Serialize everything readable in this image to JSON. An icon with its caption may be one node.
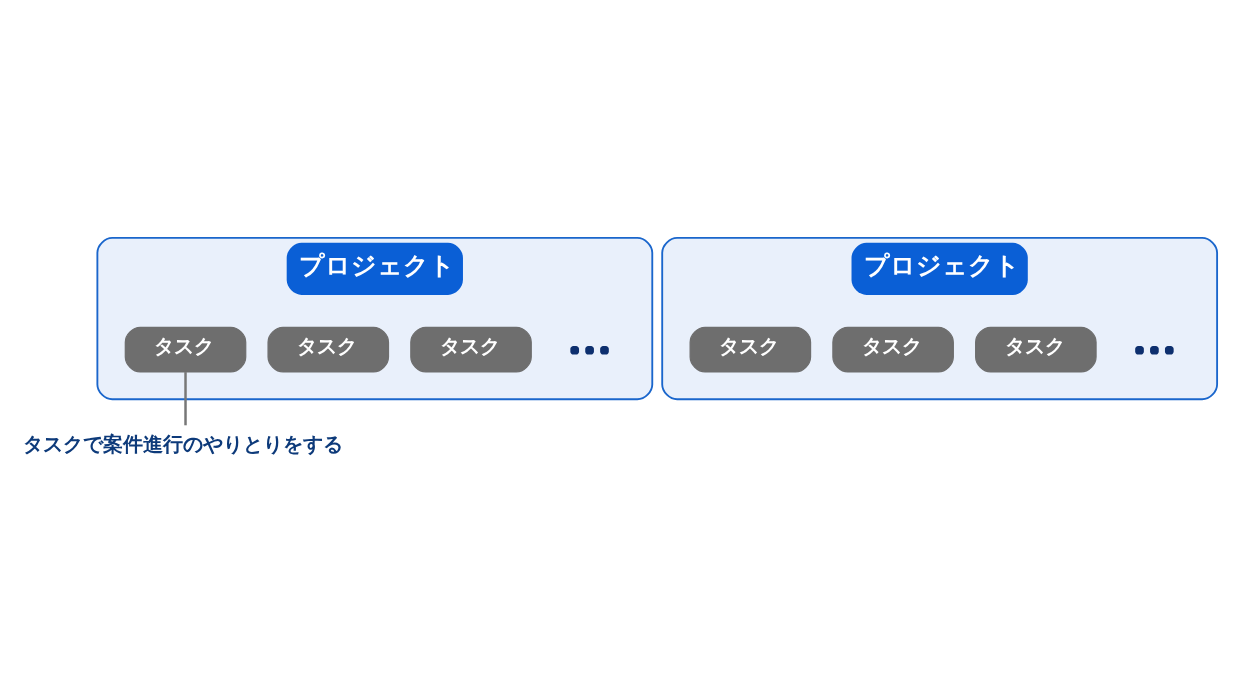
{
  "diagram": {
    "nodes": [
      {
        "text": [
          "プロジェクト"
        ]
      },
      {
        "text": [
          "タスク"
        ],
        "in": 0
      },
      {
        "text": [
          "タスク"
        ],
        "in": 0
      },
      {
        "text": [
          "タスク"
        ],
        "in": 0
      },
      {
        "text": [],
        "shape": "dots",
        "in": 0
      },
      {
        "text": [
          "プロジェクト"
        ]
      },
      {
        "text": [
          "タスク"
        ],
        "in": 5
      },
      {
        "text": [
          "タスク"
        ],
        "in": 5
      },
      {
        "text": [
          "タスク"
        ],
        "in": 5
      },
      {
        "text": [],
        "shape": "dots",
        "in": 5
      },
      {
        "text": [
          "タスクで案件進行のやりとりをする"
        ]
      }
    ],
    "edges": [
      {
        "from": 10,
        "to": 1,
        "arrow": "none"
      }
    ]
  }
}
